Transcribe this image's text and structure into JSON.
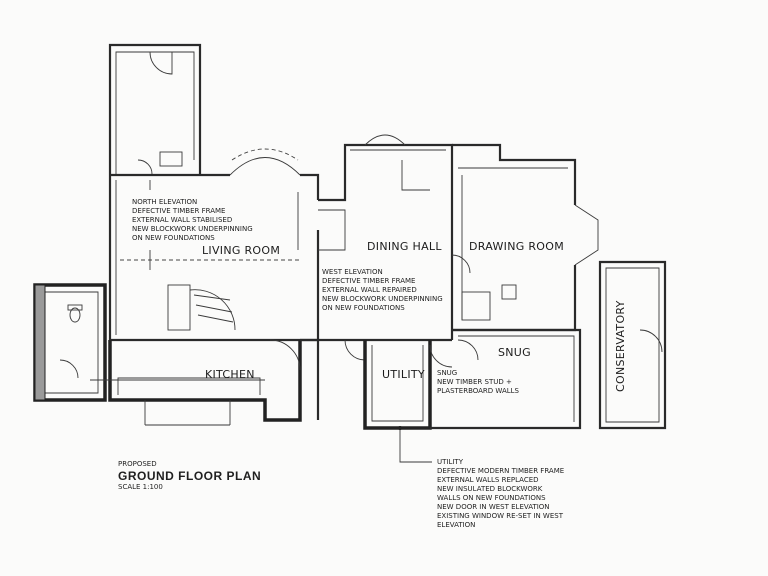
{
  "rooms": {
    "living_room": "LIVING ROOM",
    "dining_hall": "DINING HALL",
    "drawing_room": "DRAWING ROOM",
    "kitchen": "KITCHEN",
    "utility": "UTILITY",
    "snug": "SNUG",
    "conservatory": "CONSERVATORY"
  },
  "notes": {
    "north": [
      "NORTH ELEVATION",
      "DEFECTIVE TIMBER FRAME",
      "EXTERNAL WALL STABILISED",
      "NEW BLOCKWORK UNDERPINNING",
      "ON NEW FOUNDATIONS"
    ],
    "west": [
      "WEST ELEVATION",
      "DEFECTIVE TIMBER FRAME",
      "EXTERNAL WALL REPAIRED",
      "NEW BLOCKWORK UNDERPINNING",
      "ON NEW FOUNDATIONS"
    ],
    "snug": [
      "SNUG",
      "NEW TIMBER STUD +",
      "PLASTERBOARD WALLS"
    ],
    "utility": [
      "UTILITY",
      "DEFECTIVE MODERN TIMBER FRAME",
      "EXTERNAL WALLS REPLACED",
      "NEW INSULATED BLOCKWORK",
      "WALLS ON NEW FOUNDATIONS",
      "NEW DOOR IN WEST ELEVATION",
      "EXISTING WINDOW RE-SET IN WEST",
      "ELEVATION"
    ]
  },
  "title_block": {
    "proposed": "PROPOSED",
    "title": "GROUND FLOOR PLAN",
    "scale": "SCALE 1:100"
  }
}
